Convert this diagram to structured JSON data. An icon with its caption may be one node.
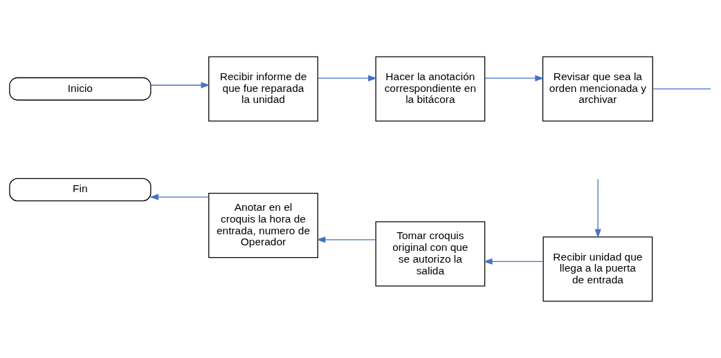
{
  "diagram": {
    "nodes": [
      {
        "text": [
          "Inicio"
        ]
      },
      {
        "text": [
          "Recibir informe de que fue reparada la unidad"
        ]
      },
      {
        "text": [
          "Hacer la anotación correspondiente en la bitácora"
        ]
      },
      {
        "text": [
          "Revisar que sea la orden mencionada y archivar"
        ]
      },
      {
        "text": [
          "Anotar en el croquis la hora de entrada, numero de Operador"
        ]
      },
      {
        "text": [
          "Tomar croquis original con que se autorizo la salida"
        ]
      },
      {
        "text": [
          "Recibir unidad que llega a la puerta de entrada"
        ]
      },
      {
        "text": [
          "Fin"
        ]
      }
    ],
    "edges": [
      {
        "from": 0,
        "to": 1,
        "arrow": "to"
      },
      {
        "from": 1,
        "to": 2,
        "arrow": "to"
      },
      {
        "from": 2,
        "to": 3,
        "arrow": "to"
      },
      {
        "from": 3,
        "to": null,
        "arrow": "none"
      },
      {
        "from": null,
        "to": 6,
        "arrow": "to"
      },
      {
        "from": 6,
        "to": 5,
        "arrow": "to"
      },
      {
        "from": 5,
        "to": 4,
        "arrow": "to"
      },
      {
        "from": 4,
        "to": 7,
        "arrow": "to"
      }
    ]
  }
}
